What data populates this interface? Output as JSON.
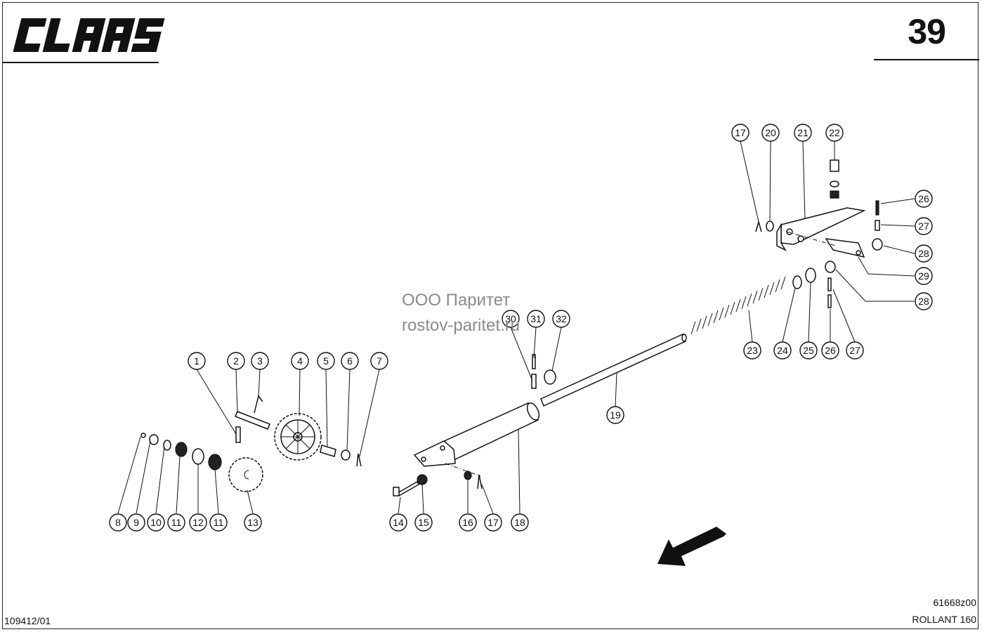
{
  "header": {
    "brand": "CLAAS",
    "page_number": "39"
  },
  "watermark": {
    "line1": "ООО Паритет",
    "line2": "rostov-paritet.ru"
  },
  "footer": {
    "doc_number": "109412/01",
    "drawing_code": "61668z00",
    "model": "ROLLANT 160"
  },
  "callouts": [
    "1",
    "2",
    "3",
    "4",
    "5",
    "6",
    "7",
    "8",
    "9",
    "10",
    "11",
    "12",
    "11",
    "13",
    "14",
    "15",
    "16",
    "17",
    "18",
    "19",
    "17",
    "20",
    "21",
    "22",
    "26",
    "27",
    "28",
    "29",
    "28",
    "23",
    "24",
    "25",
    "26",
    "27",
    "30",
    "31",
    "32"
  ]
}
